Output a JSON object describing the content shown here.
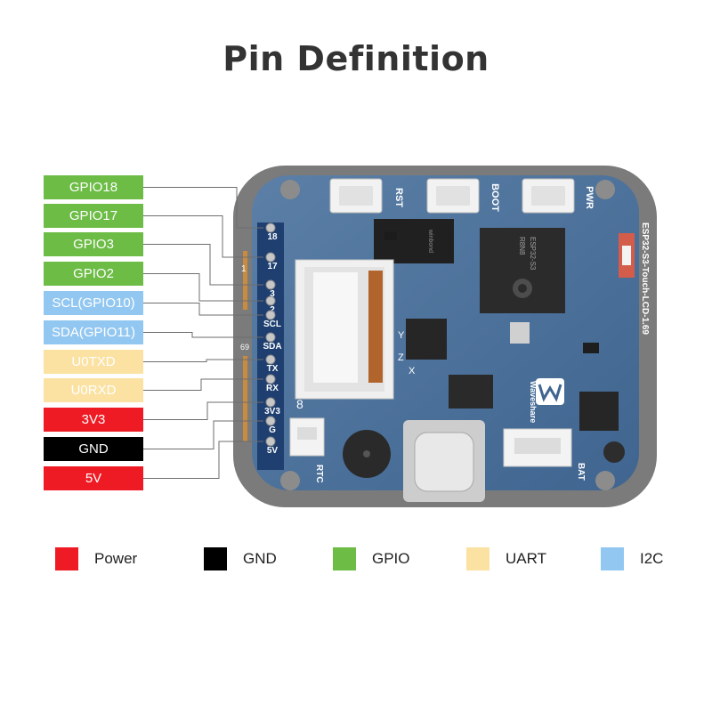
{
  "title": "Pin Definition",
  "colors": {
    "power": "#ee1b24",
    "gnd": "#000000",
    "gpio": "#6cbc45",
    "uart": "#fbe2a2",
    "i2c": "#92c7f1"
  },
  "pins": [
    {
      "label": "GPIO18",
      "type": "gpio",
      "header": "18"
    },
    {
      "label": "GPIO17",
      "type": "gpio",
      "header": "17"
    },
    {
      "label": "GPIO3",
      "type": "gpio",
      "header": "3"
    },
    {
      "label": "GPIO2",
      "type": "gpio",
      "header": "2"
    },
    {
      "label": "SCL(GPIO10)",
      "type": "i2c",
      "header": "SCL"
    },
    {
      "label": "SDA(GPIO11)",
      "type": "i2c",
      "header": "SDA"
    },
    {
      "label": "U0TXD",
      "type": "uart",
      "header": "TX"
    },
    {
      "label": "U0RXD",
      "type": "uart",
      "header": "RX"
    },
    {
      "label": "3V3",
      "type": "power",
      "header": "3V3"
    },
    {
      "label": "GND",
      "type": "gnd",
      "header": "G"
    },
    {
      "label": "5V",
      "type": "power",
      "header": "5V"
    }
  ],
  "legend": [
    {
      "label": "Power",
      "type": "power"
    },
    {
      "label": "GND",
      "type": "gnd"
    },
    {
      "label": "GPIO",
      "type": "gpio"
    },
    {
      "label": "UART",
      "type": "uart"
    },
    {
      "label": "I2C",
      "type": "i2c"
    }
  ],
  "board": {
    "buttons": [
      "RST",
      "BOOT",
      "PWR"
    ],
    "connectors": [
      "RTC",
      "BAT"
    ],
    "chip_text": [
      "ESP32-S3",
      "R8N8",
      "Waveshare"
    ],
    "silk_text": [
      "8",
      "X",
      "Y",
      "Z"
    ],
    "edge_marks": [
      "1",
      "69"
    ],
    "side_text": "ESP32-S3-Touch-LCD-1.69"
  }
}
